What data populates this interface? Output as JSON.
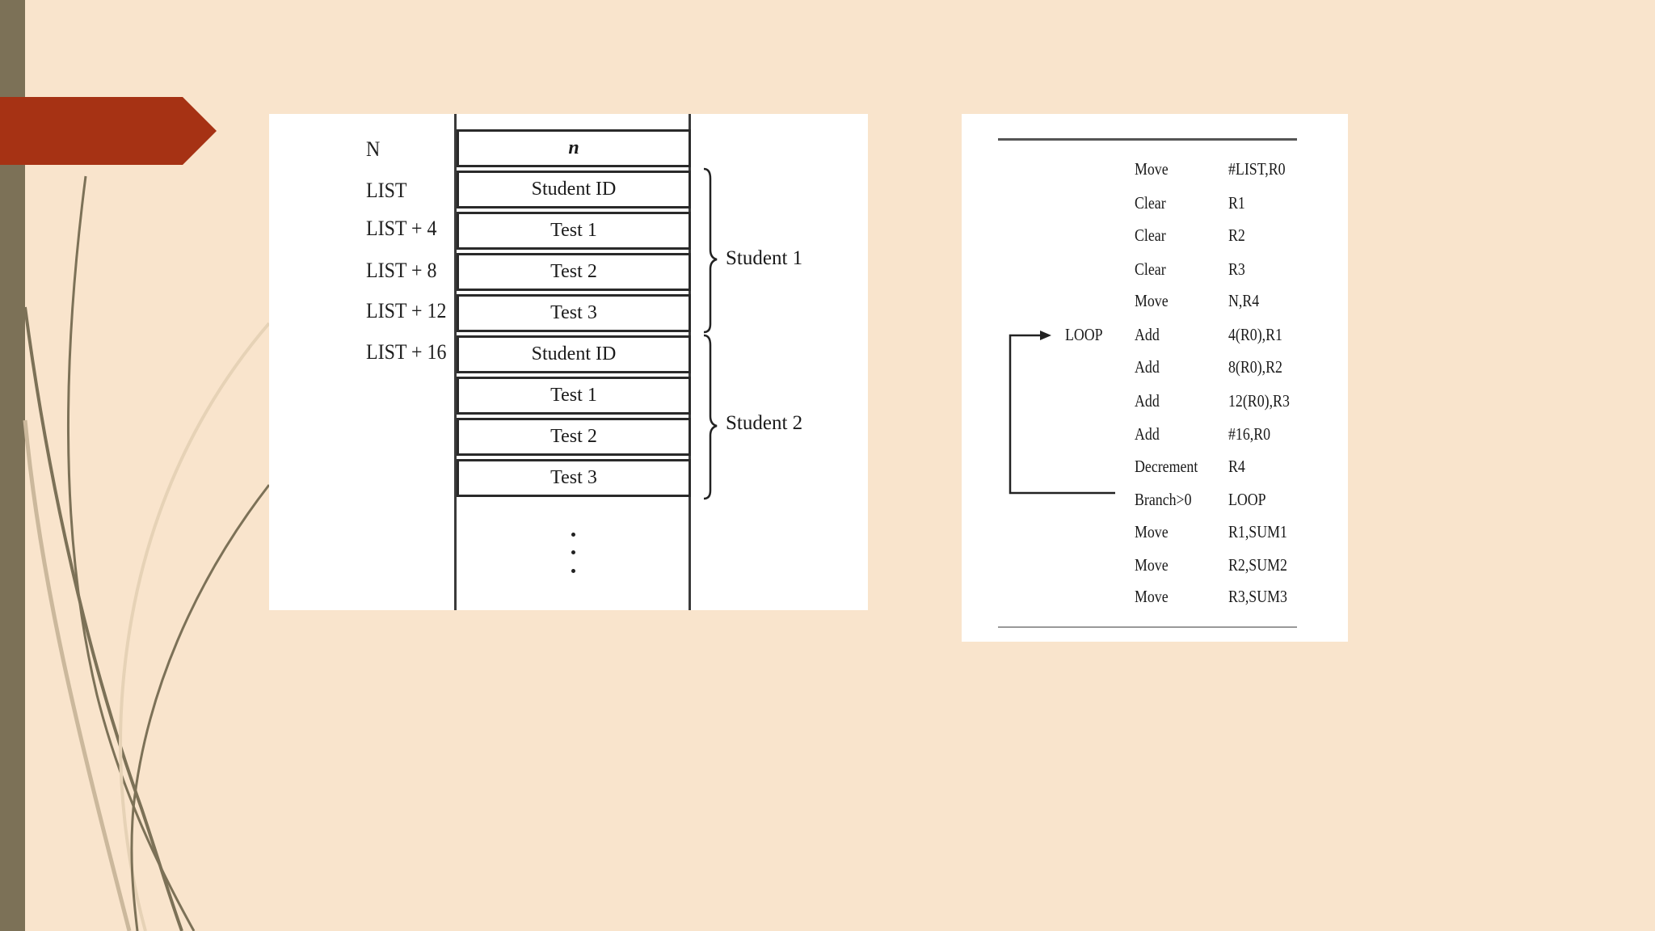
{
  "memory_diagram": {
    "labels": [
      "N",
      "LIST",
      "LIST + 4",
      "LIST + 8",
      "LIST + 12",
      "LIST + 16"
    ],
    "cells": [
      "n",
      "Student ID",
      "Test 1",
      "Test 2",
      "Test 3",
      "Student ID",
      "Test 1",
      "Test 2",
      "Test 3"
    ],
    "groups": [
      "Student 1",
      "Student 2"
    ]
  },
  "program": {
    "loop_label": "LOOP",
    "lines": [
      {
        "op": "Move",
        "arg": "#LIST,R0"
      },
      {
        "op": "Clear",
        "arg": "R1"
      },
      {
        "op": "Clear",
        "arg": "R2"
      },
      {
        "op": "Clear",
        "arg": "R3"
      },
      {
        "op": "Move",
        "arg": "N,R4"
      },
      {
        "op": "Add",
        "arg": "4(R0),R1"
      },
      {
        "op": "Add",
        "arg": "8(R0),R2"
      },
      {
        "op": "Add",
        "arg": "12(R0),R3"
      },
      {
        "op": "Add",
        "arg": "#16,R0"
      },
      {
        "op": "Decrement",
        "arg": "R4"
      },
      {
        "op": "Branch>0",
        "arg": "LOOP"
      },
      {
        "op": "Move",
        "arg": "R1,SUM1"
      },
      {
        "op": "Move",
        "arg": "R2,SUM2"
      },
      {
        "op": "Move",
        "arg": "R3,SUM3"
      }
    ]
  },
  "colors": {
    "background": "#f9e4cc",
    "side_bar": "#7c7157",
    "tag": "#a63214"
  }
}
